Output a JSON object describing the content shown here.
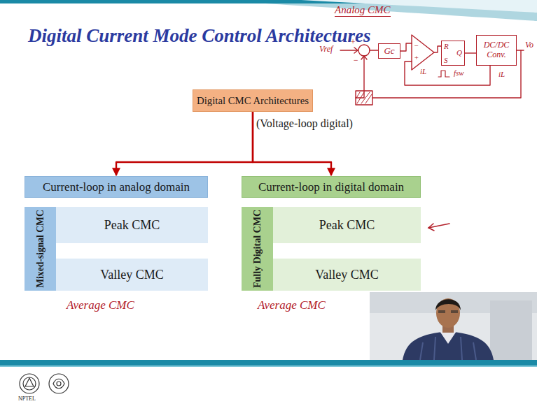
{
  "diagram": {
    "title": "Digital Current Mode Control Architectures",
    "nodes": [
      {
        "text": [
          "Digital CMC Architectures"
        ]
      },
      {
        "text": [
          "Current-loop in analog domain"
        ]
      },
      {
        "text": [
          "Current-loop in digital domain"
        ]
      },
      {
        "text": [
          "Mixed-signal CMC"
        ]
      },
      {
        "text": [
          "Peak CMC"
        ],
        "in": 3
      },
      {
        "text": [
          "Valley CMC"
        ],
        "in": 3
      },
      {
        "text": [
          "Fully Digital CMC"
        ]
      },
      {
        "text": [
          "Peak CMC"
        ],
        "in": 6
      },
      {
        "text": [
          "Valley CMC"
        ],
        "in": 6
      },
      {
        "text": [
          "Gc"
        ]
      },
      {
        "text": [
          "R",
          "S",
          "Q"
        ]
      },
      {
        "text": [
          "DC/DC Conv."
        ]
      }
    ],
    "edges": [
      {
        "from": 0,
        "to": 1,
        "arrow": "to"
      },
      {
        "from": 0,
        "to": 2,
        "arrow": "to"
      },
      {
        "from": 10,
        "to": 11,
        "arrow": "none"
      }
    ],
    "labels": [
      "(Voltage-loop digital)",
      "Average CMC",
      "Average CMC",
      "Analog CMC",
      "Vref",
      "+",
      "−",
      "−",
      "+",
      "iL",
      "fsw",
      "Vo",
      "iL",
      "NPTEL"
    ]
  }
}
